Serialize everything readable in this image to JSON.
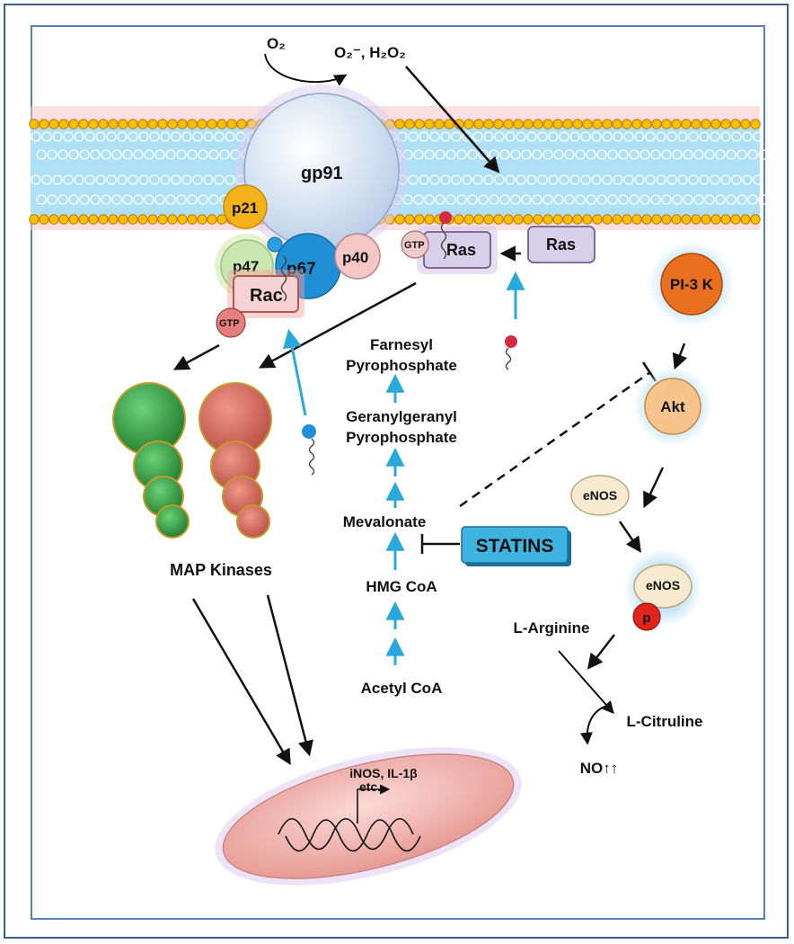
{
  "membrane": {
    "o2": "O₂",
    "ros": "O₂⁻, H₂O₂"
  },
  "nox_complex": {
    "gp91": "gp91",
    "p21": "p21",
    "p47": "p47",
    "p67": "p67",
    "p40": "p40",
    "rac": "Rac",
    "gtp": "GTP"
  },
  "ras": {
    "active_label": "Ras",
    "active_gtp": "GTP",
    "inactive_label": "Ras"
  },
  "mevalonate_pathway": {
    "farnesyl_line1": "Farnesyl",
    "farnesyl_line2": "Pyrophosphate",
    "geranyl_line1": "Geranylgeranyl",
    "geranyl_line2": "Pyrophosphate",
    "mevalonate": "Mevalonate",
    "hmg_coa": "HMG CoA",
    "acetyl_coa": "Acetyl CoA",
    "statins": "STATINS"
  },
  "kinases": {
    "map_kinases": "MAP Kinases"
  },
  "pi3k_pathway": {
    "pi3k": "PI-3 K",
    "akt": "Akt",
    "enos": "eNOS",
    "enos_p": "eNOS",
    "phospho": "p",
    "l_arginine": "L-Arginine",
    "l_citruline": "L-Citruline",
    "no": "NO↑↑"
  },
  "nucleus": {
    "genes_line1": "iNOS, IL-1β",
    "genes_line2": "etc."
  },
  "colors": {
    "membrane_head": "#f2c200",
    "membrane_blue": "#aee1f5",
    "gp91": "#cfe0f2",
    "p21": "#f3b21a",
    "p47": "#c9e7b0",
    "p67": "#1f8fd6",
    "p40": "#f4c6c6",
    "rac_box": "#f6d2d2",
    "ras_box": "#d8d0ea",
    "map_green": "#2f9a3f",
    "map_red": "#d96a60",
    "pi3k": "#e8701e",
    "akt": "#f7c48e",
    "enos": "#f6ead0",
    "phospho": "#e0261c",
    "statins": "#3fb3e0",
    "cyan_arrow": "#29a8dc",
    "nucleus": "#f1b3ae"
  }
}
